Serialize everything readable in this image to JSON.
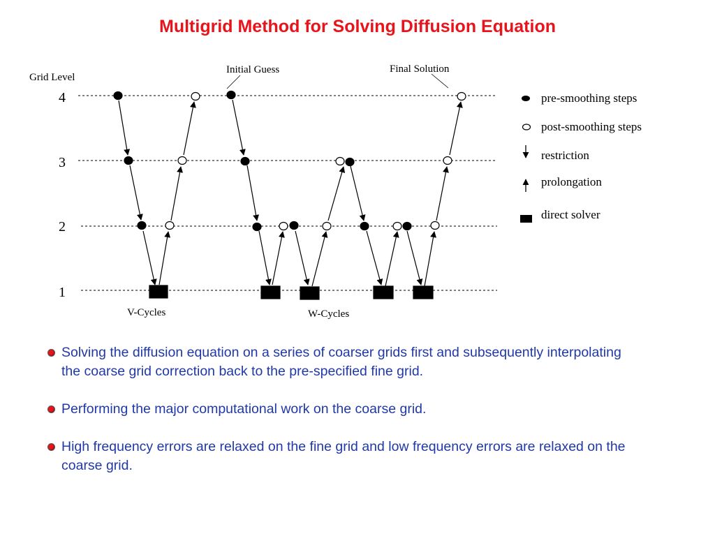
{
  "slide": {
    "title": "Multigrid Method for Solving Diffusion Equation",
    "title_color": "#e8141c",
    "text_color": "#2038a8",
    "bullet_color": "#e8141c"
  },
  "diagram": {
    "grid_level_label": "Grid Level",
    "levels": [
      "4",
      "3",
      "2",
      "1"
    ],
    "initial_guess_label": "Initial Guess",
    "final_solution_label": "Final Solution",
    "v_cycles_label": "V-Cycles",
    "w_cycles_label": "W-Cycles",
    "legend": {
      "pre_smoothing": "pre-smoothing steps",
      "post_smoothing": "post-smoothing steps",
      "restriction": "restriction",
      "prolongation": "prolongation",
      "direct_solver": "direct solver"
    }
  },
  "bullets": [
    "Solving the diffusion equation on a series of coarser grids first and subsequently interpolating the coarse grid correction back to the pre-specified fine grid.",
    "Performing the major computational work on the coarse grid.",
    "High frequency errors are relaxed on the fine grid and low frequency errors are relaxed on the coarse grid."
  ]
}
